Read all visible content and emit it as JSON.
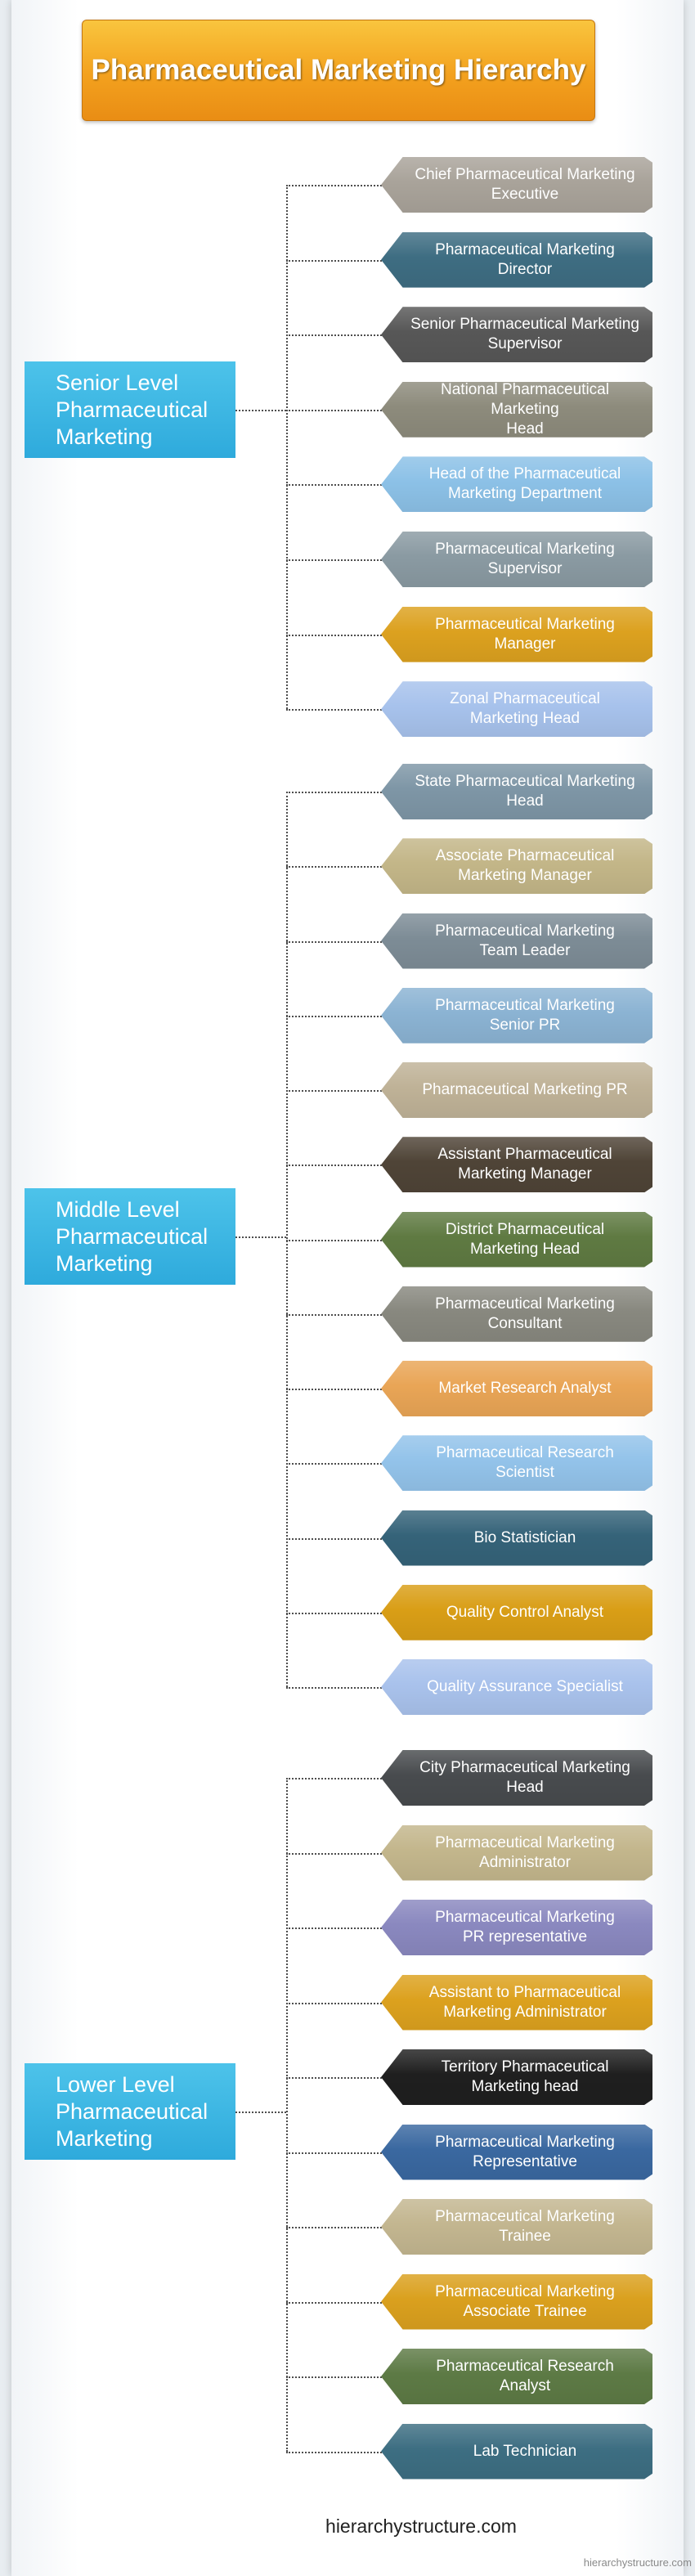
{
  "title": "Pharmaceutical Marketing Hierarchy",
  "levels": [
    {
      "label": "Senior Level\nPharmaceutical\nMarketing",
      "nodes": [
        {
          "text": "Chief Pharmaceutical Marketing\nExecutive",
          "color": "#a9a39a"
        },
        {
          "text": "Pharmaceutical Marketing\nDirector",
          "color": "#3e6d82"
        },
        {
          "text": "Senior Pharmaceutical Marketing\nSupervisor",
          "color": "#575757"
        },
        {
          "text": "National Pharmaceutical Marketing\nHead",
          "color": "#8d8b7c"
        },
        {
          "text": "Head of the Pharmaceutical\nMarketing Department",
          "color": "#8cc1e7"
        },
        {
          "text": "Pharmaceutical Marketing\nSupervisor",
          "color": "#8a9aa2"
        },
        {
          "text": "Pharmaceutical Marketing\nManager",
          "color": "#dca11f"
        },
        {
          "text": "Zonal Pharmaceutical\nMarketing Head",
          "color": "#a7c2ec"
        }
      ]
    },
    {
      "label": "Middle Level\nPharmaceutical\nMarketing",
      "nodes": [
        {
          "text": "State Pharmaceutical Marketing\nHead",
          "color": "#7e96a6"
        },
        {
          "text": "Associate Pharmaceutical\nMarketing Manager",
          "color": "#c3b688"
        },
        {
          "text": "Pharmaceutical Marketing\nTeam Leader",
          "color": "#7d8c96"
        },
        {
          "text": "Pharmaceutical Marketing\nSenior PR",
          "color": "#8bb3d3"
        },
        {
          "text": "Pharmaceutical Marketing PR",
          "color": "#bfb297"
        },
        {
          "text": "Assistant Pharmaceutical\nMarketing Manager",
          "color": "#4f4437"
        },
        {
          "text": "District Pharmaceutical\nMarketing Head",
          "color": "#5f7a42"
        },
        {
          "text": "Pharmaceutical Marketing\nConsultant",
          "color": "#88887f"
        },
        {
          "text": "Market Research Analyst",
          "color": "#e9a556"
        },
        {
          "text": "Pharmaceutical Research\nScientist",
          "color": "#93c3ea"
        },
        {
          "text": "Bio Statistician",
          "color": "#356379"
        },
        {
          "text": "Quality Control Analyst",
          "color": "#d99e16"
        },
        {
          "text": "Quality Assurance Specialist",
          "color": "#a9c2ec"
        }
      ]
    },
    {
      "label": "Lower Level\nPharmaceutical\nMarketing",
      "nodes": [
        {
          "text": "City Pharmaceutical Marketing\nHead",
          "color": "#484b4e"
        },
        {
          "text": "Pharmaceutical Marketing\nAdministrator",
          "color": "#c3b68c"
        },
        {
          "text": "Pharmaceutical Marketing\nPR representative",
          "color": "#8a88bf"
        },
        {
          "text": "Assistant to Pharmaceutical\nMarketing Administrator",
          "color": "#dca11e"
        },
        {
          "text": "Territory Pharmaceutical\nMarketing head",
          "color": "#1f1f1f"
        },
        {
          "text": "Pharmaceutical Marketing\nRepresentative",
          "color": "#3a68a0"
        },
        {
          "text": "Pharmaceutical Marketing\nTrainee",
          "color": "#c3b690"
        },
        {
          "text": "Pharmaceutical Marketing\nAssociate Trainee",
          "color": "#daa01e"
        },
        {
          "text": "Pharmaceutical Research\nAnalyst",
          "color": "#5d7a45"
        },
        {
          "text": "Lab Technician",
          "color": "#3d6e82"
        }
      ]
    }
  ],
  "footer": "hierarchystructure.com",
  "watermark": "hierarchystructure.com"
}
